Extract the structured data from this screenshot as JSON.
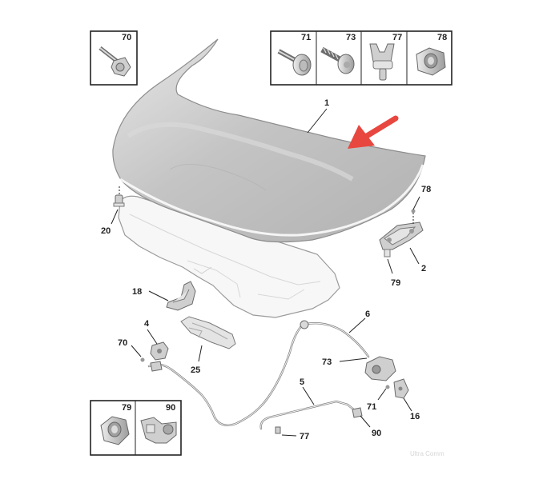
{
  "diagram": {
    "callouts": {
      "c1": "1",
      "c2": "2",
      "c4": "4",
      "c5": "5",
      "c6": "6",
      "c16": "16",
      "c18": "18",
      "c20": "20",
      "c25": "25",
      "c70": "70",
      "c71": "71",
      "c73": "73",
      "c77": "77",
      "c78": "78",
      "c79": "79",
      "c90": "90"
    },
    "kits": {
      "top_left": [
        "70"
      ],
      "top_right": [
        "71",
        "73",
        "77",
        "78"
      ],
      "bottom_left": [
        "79",
        "90"
      ]
    },
    "colors": {
      "arrow": "#e8473f",
      "hood": "#c9c9c9",
      "outline": "#222222"
    },
    "watermark": "Ultra Comm"
  }
}
